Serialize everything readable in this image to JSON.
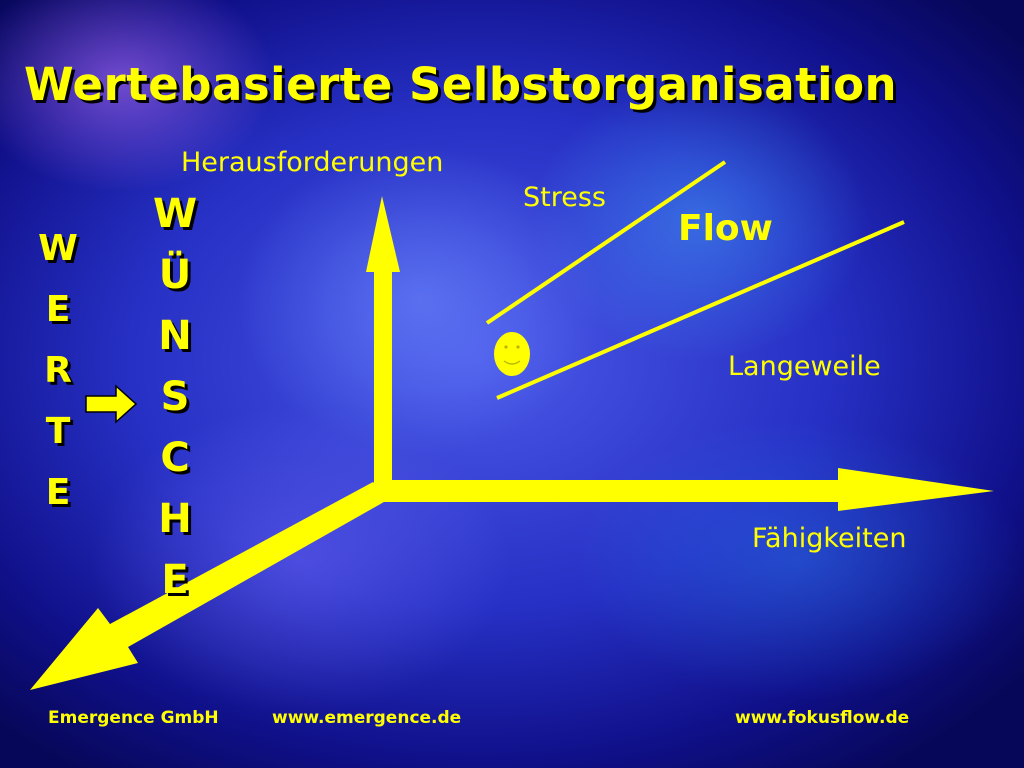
{
  "title": "Wertebasierte Selbstorganisation",
  "labels": {
    "challenges": "Herausforderungen",
    "stress": "Stress",
    "flow": "Flow",
    "boredom": "Langeweile",
    "skills": "Fähigkeiten"
  },
  "werte_letters": [
    "W",
    "E",
    "R",
    "T",
    "E"
  ],
  "wuensche_letters": [
    "W",
    "Ü",
    "N",
    "S",
    "C",
    "H",
    "E"
  ],
  "footer": {
    "company": "Emergence GmbH",
    "site1": "www.emergence.de",
    "site2": "www.fokusflow.de"
  },
  "colors": {
    "accent": "#ffff00",
    "background": "#2630c4"
  },
  "icons": [
    "smiley-icon",
    "arrow-right-icon"
  ]
}
